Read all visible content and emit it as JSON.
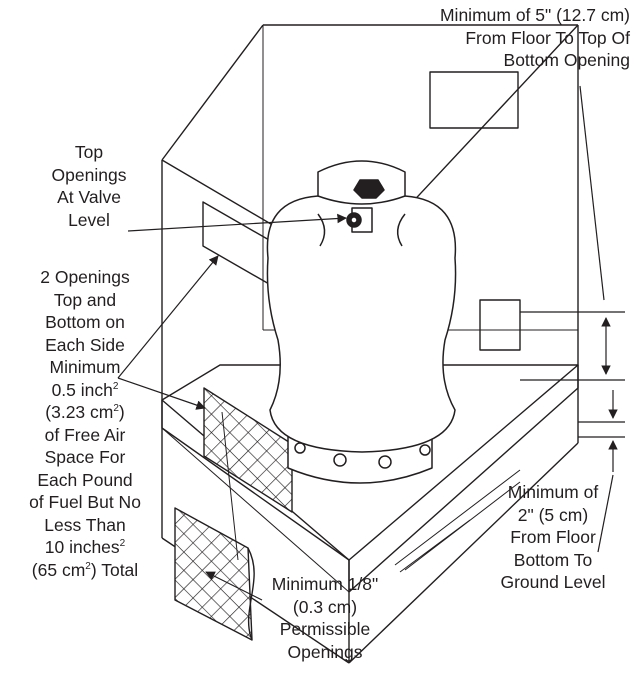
{
  "labels": {
    "bottom_opening": [
      "Minimum of 5\" (12.7 cm)",
      "From Floor To Top Of",
      "Bottom Opening"
    ],
    "top_openings": [
      "Top",
      "Openings",
      "At Valve",
      "Level"
    ],
    "openings_count": [
      "2 Openings",
      "Top and",
      "Bottom on",
      "Each Side"
    ],
    "free_air": {
      "line1": "Minimum",
      "line2_pre": "0.5 inch",
      "line2_sup": "2",
      "line3_pre": "(3.23 cm",
      "line3_sup": "2",
      "line3_post": ")",
      "line4": "of Free Air",
      "line5": "Space For",
      "line6": "Each Pound",
      "line7": "of Fuel But No",
      "line8": "Less Than",
      "line9_pre": "10 inches",
      "line9_sup": "2",
      "line10_pre": "(65 cm",
      "line10_sup": "2",
      "line10_post": ") Total"
    },
    "floor_clearance": [
      "Minimum of",
      "2\" (5 cm)",
      "From Floor",
      "Bottom To",
      "Ground Level"
    ],
    "permissible": [
      "Minimum 1/8\"",
      "(0.3 cm)",
      "Permissible",
      "Openings"
    ]
  }
}
